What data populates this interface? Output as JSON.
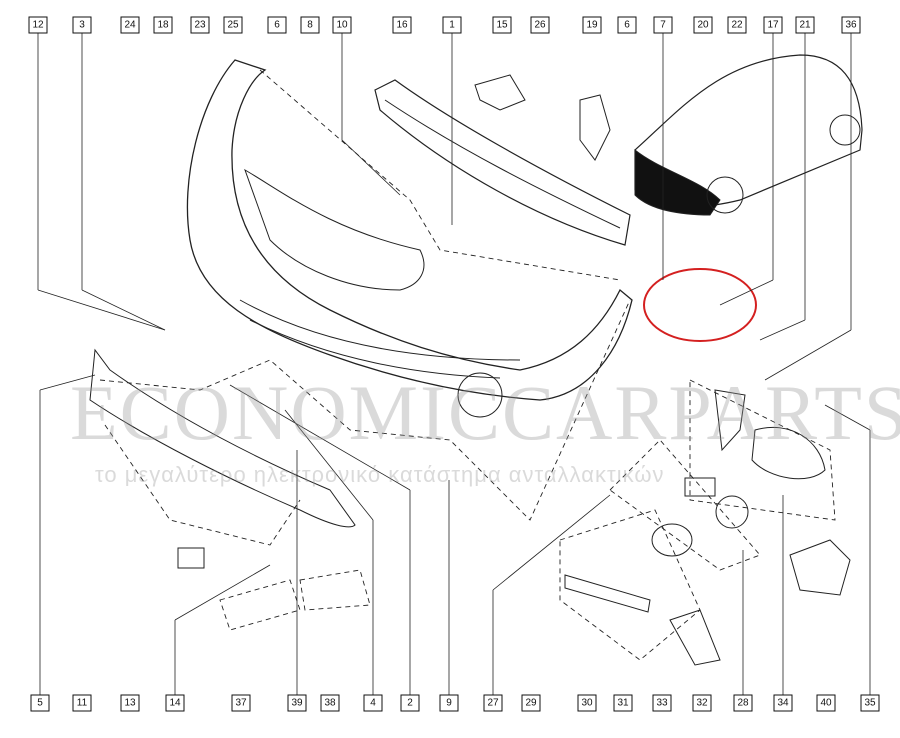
{
  "labels_top": [
    "12",
    "3",
    "24",
    "18",
    "23",
    "25",
    "6",
    "8",
    "10",
    "16",
    "1",
    "15",
    "26",
    "19",
    "6",
    "7",
    "20",
    "22",
    "17",
    "21",
    "36"
  ],
  "labels_bottom": [
    "5",
    "11",
    "13",
    "14",
    "37",
    "39",
    "38",
    "4",
    "2",
    "9",
    "27",
    "29",
    "30",
    "31",
    "33",
    "32",
    "28",
    "34",
    "40",
    "35"
  ],
  "watermark": {
    "title": "ECONOMICCARPARTS.gr",
    "subtitle": "το μεγαλύτερο ηλεκτρονικό κατάστημα ανταλλακτικών"
  },
  "colors": {
    "highlight": "#d42020",
    "line": "#111111"
  }
}
